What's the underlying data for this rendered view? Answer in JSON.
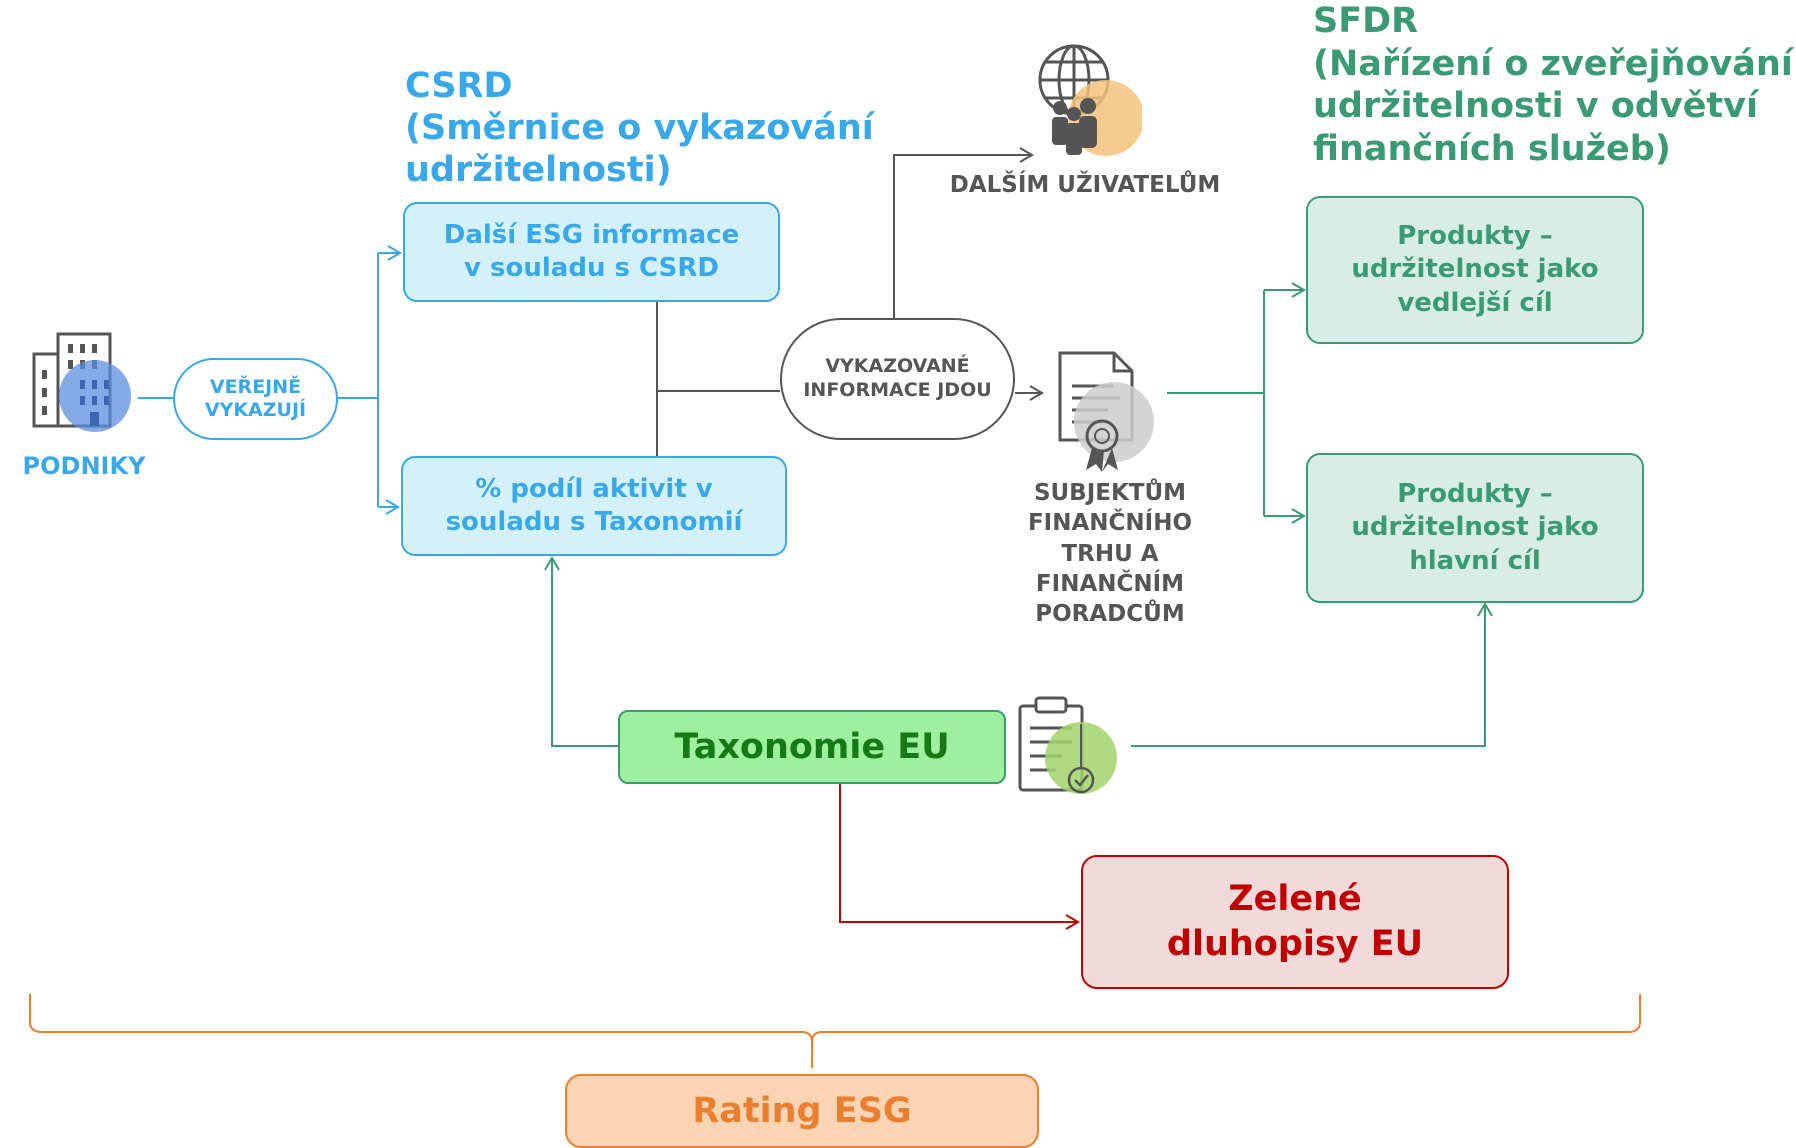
{
  "colors": {
    "csrd": "#38a8e8",
    "sfdr": "#3a9a73",
    "taxonomy": "#157a15",
    "bonds": "#c00000",
    "rating": "#e88030",
    "neutral": "#555555"
  },
  "companies": {
    "label": "PODNIKY",
    "icon": "building-icon"
  },
  "public_reporting": {
    "line1": "VEŘEJNĚ",
    "line2": "VYKAZUJÍ"
  },
  "csrd": {
    "title_line1": "CSRD",
    "title_line2": "(Směrnice o vykazování",
    "title_line3": "udržitelnosti)",
    "box1_line1": "Další ESG informace",
    "box1_line2": "v souladu s CSRD",
    "box2_line1": "% podíl aktivit v",
    "box2_line2": "souladu s Taxonomií"
  },
  "reported_info": {
    "line1": "VYKAZOVANÉ",
    "line2": "INFORMACE JDOU"
  },
  "other_users": {
    "label": "DALŠÍM UŽIVATELŮM",
    "icon": "globe-people-icon"
  },
  "financial_participants": {
    "line1": "SUBJEKTŮM",
    "line2": "FINANČNÍHO",
    "line3": "TRHU A",
    "line4": "FINANČNÍM",
    "line5": "PORADCŮM",
    "icon": "certificate-icon"
  },
  "sfdr": {
    "title_line1": "SFDR",
    "title_line2": "(Nařízení o zveřejňování",
    "title_line3": "udržitelnosti v odvětví",
    "title_line4": "finančních služeb)",
    "box1_line1": "Produkty –",
    "box1_line2": "udržitelnost jako",
    "box1_line3": "vedlejší cíl",
    "box2_line1": "Produkty –",
    "box2_line2": "udržitelnost jako",
    "box2_line3": "hlavní cíl"
  },
  "taxonomy": {
    "label": "Taxonomie EU",
    "icon": "clipboard-check-icon"
  },
  "green_bonds": {
    "line1": "Zelené",
    "line2": "dluhopisy EU"
  },
  "rating": {
    "label": "Rating ESG"
  }
}
